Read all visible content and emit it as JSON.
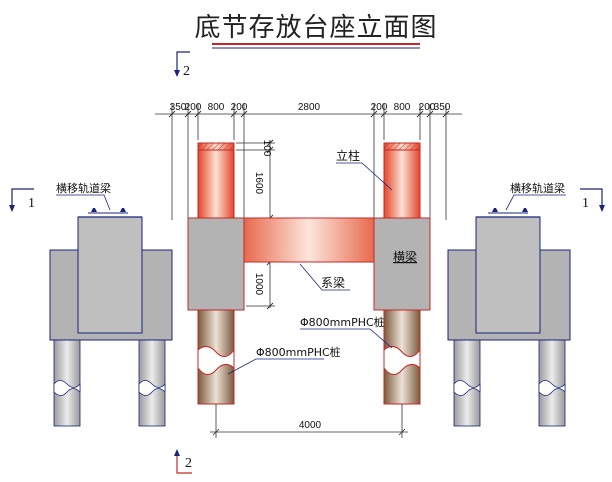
{
  "title": "底节存放台座立面图",
  "section_marks": {
    "top": "2",
    "bottom": "2",
    "left": "1",
    "right": "1"
  },
  "top_dimensions": [
    "350",
    "200",
    "800",
    "200",
    "2800",
    "200",
    "800",
    "200",
    "350"
  ],
  "vertical_dimensions": {
    "cap": "100",
    "column": "1600",
    "tie_beam": "1000",
    "lower": "1000"
  },
  "bottom_dimension": "4000",
  "labels": {
    "track_beam_left": "横移轨道梁",
    "track_beam_right": "横移轨道梁",
    "column": "立柱",
    "crossbeam": "横梁",
    "tie_beam": "系梁",
    "pile_upper": "Φ800mmPHC桩",
    "pile_lower": "Φ800mmPHC桩"
  }
}
